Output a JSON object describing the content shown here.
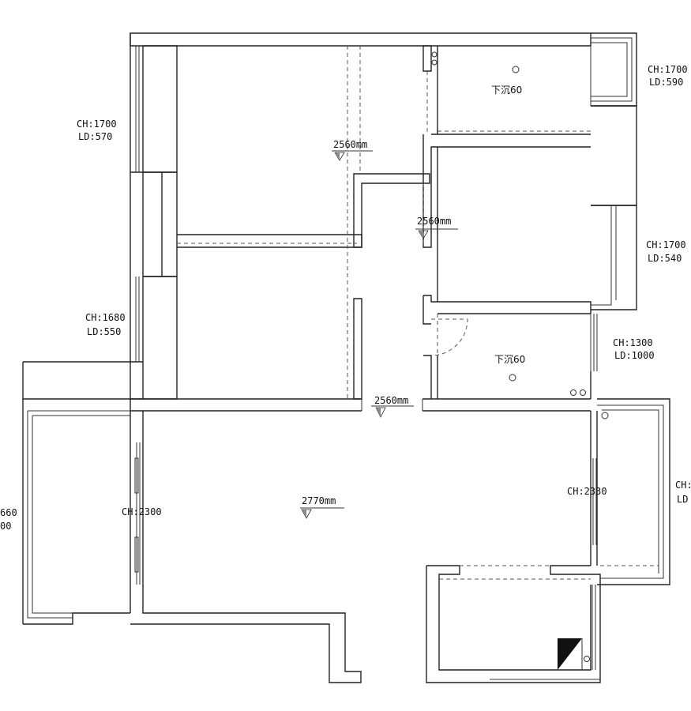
{
  "window_labels": [
    {
      "id": "w1",
      "ch": "CH:1700",
      "ld": "LD:570"
    },
    {
      "id": "w2",
      "ch": "CH:1680",
      "ld": "LD:550"
    },
    {
      "id": "w3",
      "ch": "CH:1700",
      "ld": "LD:590"
    },
    {
      "id": "w4",
      "ch": "CH:1700",
      "ld": "LD:540"
    },
    {
      "id": "w5",
      "ch": "CH:1300",
      "ld": "LD:1000"
    },
    {
      "id": "w6",
      "ch": "CH:2330",
      "ld": ""
    },
    {
      "id": "w7",
      "ch": "CH:2300",
      "ld": ""
    },
    {
      "id": "w8",
      "ch": "660",
      "ld": "00"
    },
    {
      "id": "w9",
      "ch": "CH:",
      "ld": "LD"
    }
  ],
  "ceiling_heights": [
    {
      "id": "h1",
      "text": "2560mm"
    },
    {
      "id": "h2",
      "text": "2560mm"
    },
    {
      "id": "h3",
      "text": "2560mm"
    },
    {
      "id": "h4",
      "text": "2770mm"
    }
  ],
  "floor_notes": [
    {
      "id": "n1",
      "text": "下沉60"
    },
    {
      "id": "n2",
      "text": "下沉60"
    }
  ]
}
